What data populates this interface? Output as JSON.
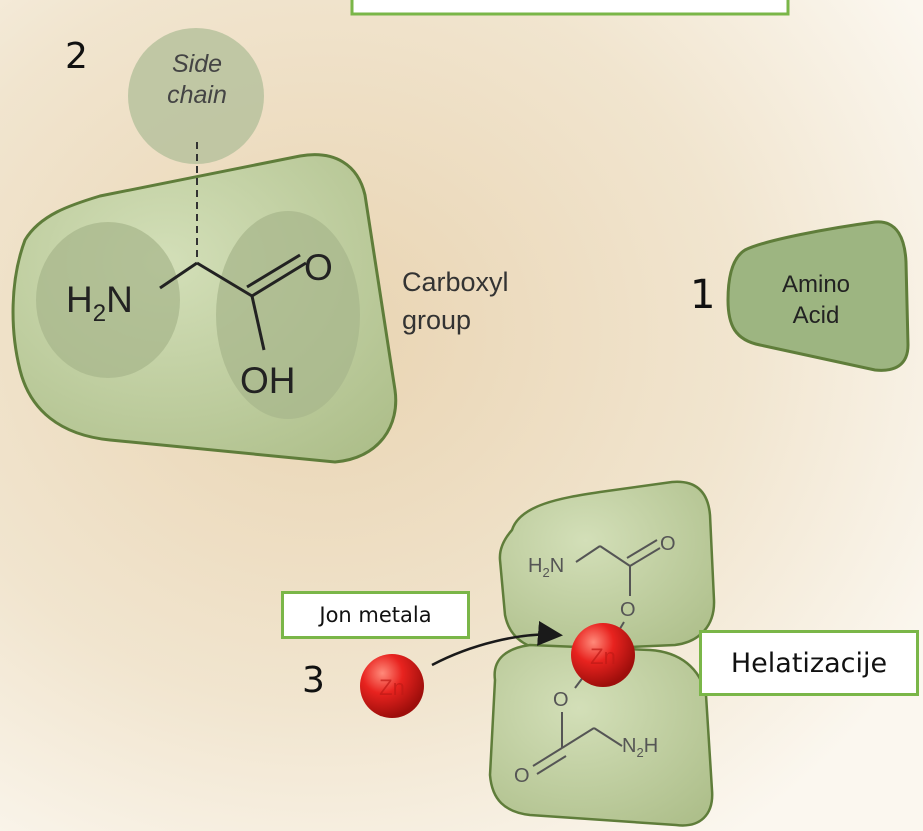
{
  "numbers": {
    "one": "1",
    "two": "2",
    "three": "3"
  },
  "side_chain": {
    "line1": "Side",
    "line2": "chain"
  },
  "main_molecule": {
    "amine": "H",
    "amine_sub": "2",
    "amine_n": "N",
    "carbonyl_o": "O",
    "hydroxyl": "OH"
  },
  "carboxyl": {
    "line1": "Carboxyl",
    "line2": "group"
  },
  "amino_acid": {
    "line1": "Amino",
    "line2": "Acid"
  },
  "chelate": {
    "top_amine": "H",
    "top_amine_sub": "2",
    "top_amine_n": "N",
    "top_o": "O",
    "top_link_o": "O",
    "bottom_link_o": "O",
    "bottom_o": "O",
    "bottom_amine_n": "N",
    "bottom_amine_sub": "2",
    "bottom_amine_h": "H"
  },
  "metal": {
    "symbol": "Zn"
  },
  "labels": {
    "metal_ion": "Jon metala",
    "chelation": "Helatizacije"
  },
  "colors": {
    "shape_fill": "#b9c99a",
    "shape_stroke": "#5f7d3a",
    "box_border": "#7ab648",
    "zinc": "#e8231f",
    "background": "#efe3cc"
  }
}
